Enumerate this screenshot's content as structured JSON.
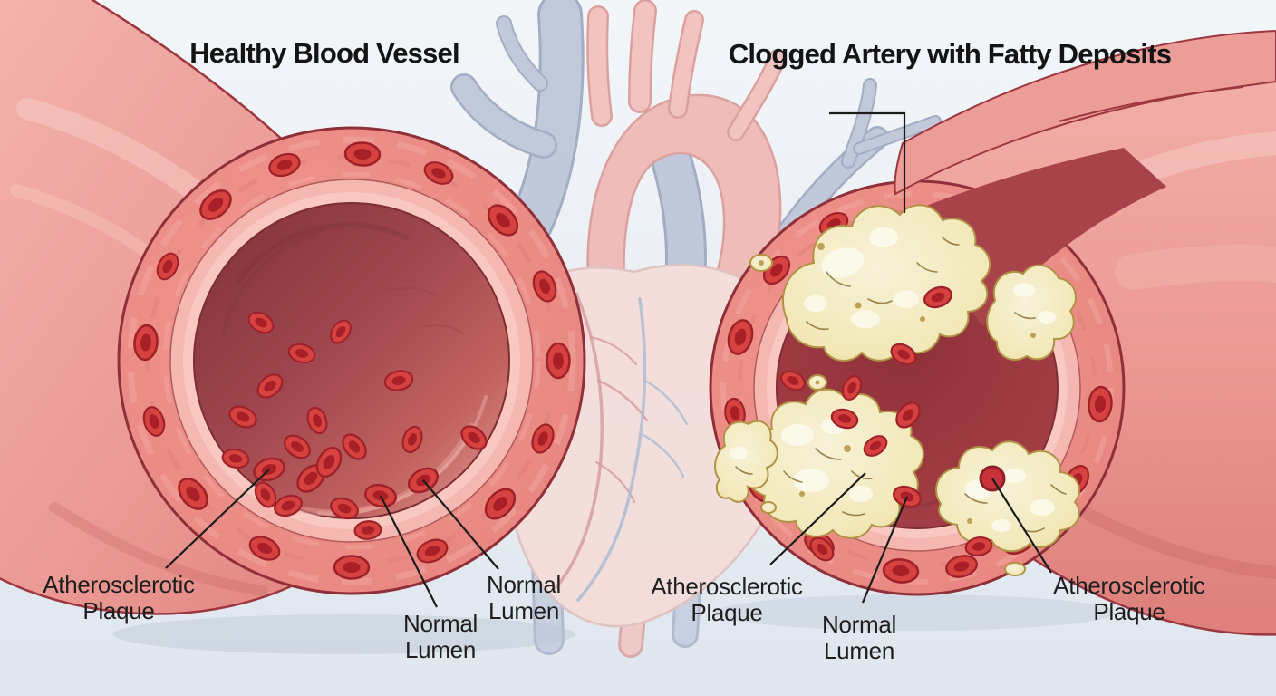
{
  "figure": {
    "panels": {
      "left": {
        "title": "Healthy Blood Vessel",
        "callouts": [
          {
            "line1": "Atherosclerotic",
            "line2": "Plaque"
          },
          {
            "line1": "Normal",
            "line2": "Lumen"
          },
          {
            "line1": "Normal",
            "line2": "Lumen"
          }
        ]
      },
      "right": {
        "title": "Clogged Artery with Fatty Deposits",
        "callouts": [
          {
            "line1": "Atherosclerotic",
            "line2": "Plaque"
          },
          {
            "line1": "Normal",
            "line2": "Lumen"
          },
          {
            "line1": "Atherosclerotic",
            "line2": "Plaque"
          }
        ]
      }
    },
    "colors": {
      "background_top": "#f2f5f8",
      "background_bottom": "#e0e7ee",
      "vessel_pink": "#ee9b96",
      "vessel_outline": "#9c3740",
      "lumen_dark_red": "#8e3940",
      "plaque_cream": "#f4eecb",
      "rbc_red": "#d6423f",
      "label_text": "#1e1e1e"
    }
  }
}
